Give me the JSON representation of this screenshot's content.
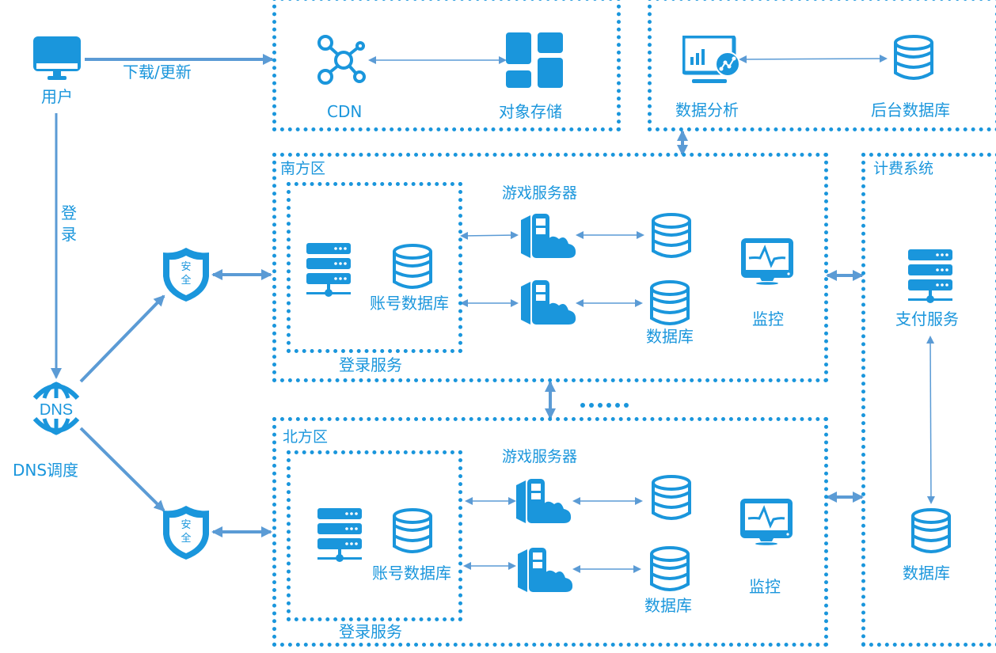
{
  "colors": {
    "primary": "#1a96dc",
    "arrow": "#5b9bd5",
    "background": "#ffffff"
  },
  "user": {
    "label": "用户",
    "icon": "monitor-icon"
  },
  "edges": {
    "download_label": "下载/更新",
    "login_label": "登录"
  },
  "dns": {
    "icon_text": "DNS",
    "label": "DNS调度"
  },
  "security": {
    "text": "安全",
    "icon": "shield-icon"
  },
  "top_storage": {
    "cdn_label": "CDN",
    "object_storage_label": "对象存储"
  },
  "top_analytics": {
    "analysis_label": "数据分析",
    "backend_db_label": "后台数据库"
  },
  "south": {
    "title": "南方区",
    "login_service_label": "登录服务",
    "account_db_label": "账号数据库",
    "game_servers_label": "游戏服务器",
    "database_label": "数据库",
    "monitor_label": "监控"
  },
  "north": {
    "title": "北方区",
    "login_service_label": "登录服务",
    "account_db_label": "账号数据库",
    "game_servers_label": "游戏服务器",
    "database_label": "数据库",
    "monitor_label": "监控"
  },
  "ellipsis": "……",
  "billing": {
    "title": "计费系统",
    "payment_label": "支付服务",
    "database_label": "数据库"
  }
}
